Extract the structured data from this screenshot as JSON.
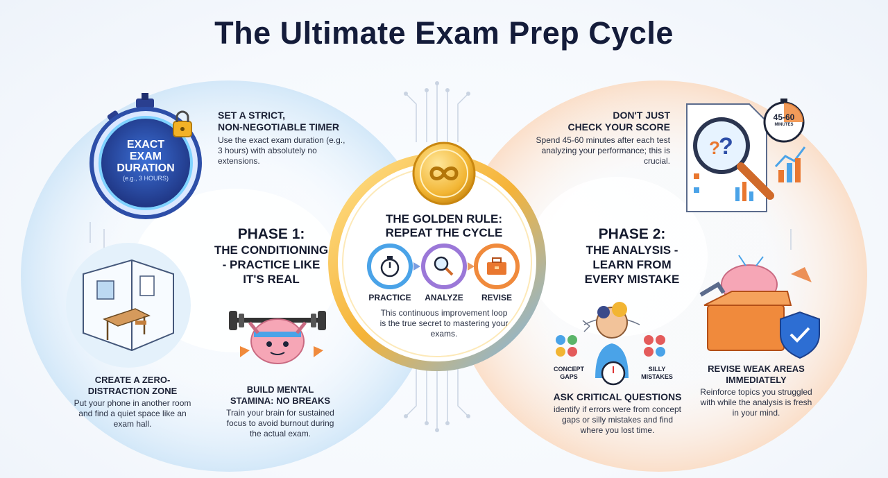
{
  "title": "The Ultimate Exam Prep Cycle",
  "timer": {
    "face_line1": "EXACT",
    "face_line2": "EXAM",
    "face_line3": "DURATION",
    "face_sub": "(e.g., 3 HOURS)",
    "heading_line1": "SET A STRICT,",
    "heading_line2": "NON-NEGOTIABLE TIMER",
    "text": "Use the exact exam duration (e.g., 3 hours) with absolutely no extensions."
  },
  "phase1": {
    "line1": "PHASE 1:",
    "line2": "THE CONDITIONING",
    "line3": "- PRACTICE LIKE",
    "line4": "IT'S REAL"
  },
  "zone": {
    "heading_line1": "CREATE A ZERO-",
    "heading_line2": "DISTRACTION ZONE",
    "text": "Put your phone in another room and find a quiet space like an exam hall."
  },
  "stamina": {
    "heading_line1": "BUILD MENTAL",
    "heading_line2": "STAMINA: NO BREAKS",
    "text": "Train your brain for sustained focus to avoid burnout during the actual exam."
  },
  "golden": {
    "heading_line1": "THE GOLDEN RULE:",
    "heading_line2": "REPEAT THE CYCLE",
    "steps": [
      "PRACTICE",
      "ANALYZE",
      "REVISE"
    ],
    "text": "This continuous improvement loop is the true secret to mastering your exams."
  },
  "score": {
    "heading_line1": "DON'T JUST",
    "heading_line2": "CHECK YOUR SCORE",
    "text": "Spend 45-60 minutes after each test analyzing your performance; this is crucial.",
    "clock_line1": "45-60",
    "clock_line2": "MINUTES"
  },
  "phase2": {
    "line1": "PHASE 2:",
    "line2": "THE ANALYSIS -",
    "line3": "LEARN FROM",
    "line4": "EVERY MISTAKE"
  },
  "questions": {
    "label_left_1": "CONCEPT",
    "label_left_2": "GAPS",
    "label_right_1": "SILLY",
    "label_right_2": "MISTAKES",
    "heading": "ASK CRITICAL QUESTIONS",
    "text": "identify if errors were from concept gaps or silly mistakes and find where you lost time."
  },
  "revise": {
    "heading_line1": "REVISE WEAK AREAS",
    "heading_line2": "IMMEDIATELY",
    "text": "Reinforce topics you struggled with while the analysis is fresh in your mind."
  },
  "colors": {
    "left_loop": "#cfe6f8",
    "right_loop": "#fbdcc4",
    "gold": "#f2b533",
    "title": "#141c3a",
    "practice_ring": "#4aa3e8",
    "analyze_ring": "#9b78d8",
    "revise_ring": "#f08a3c"
  },
  "icons": [
    "stopwatch-icon",
    "lock-icon",
    "room-icon",
    "weightlifting-brain-icon",
    "infinity-coin-icon",
    "stopwatch-small-icon",
    "magnifier-icon",
    "toolbox-icon",
    "report-magnifier-icon",
    "person-gears-icon",
    "toolbox-brain-icon",
    "shield-check-icon"
  ]
}
